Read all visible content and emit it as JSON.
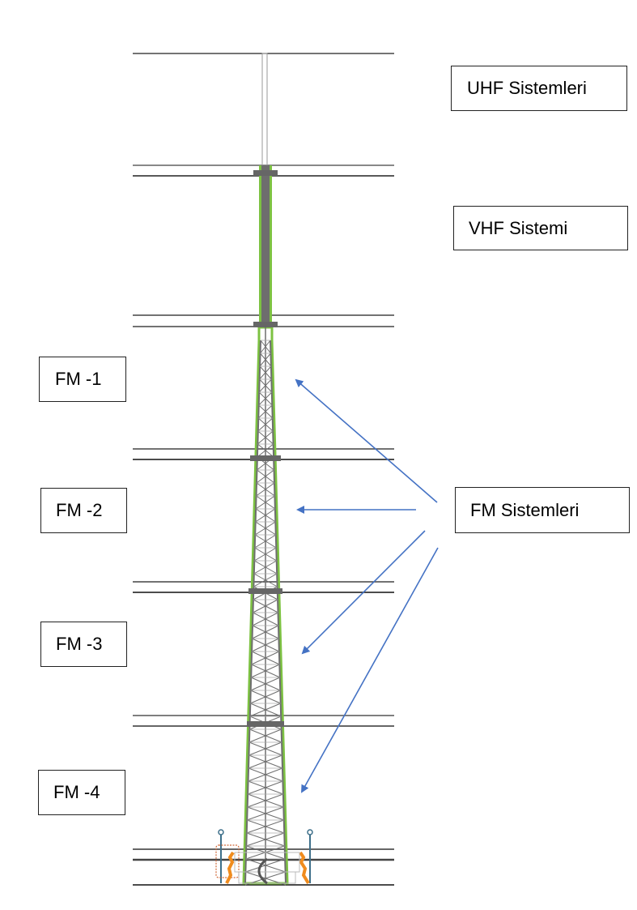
{
  "labels": {
    "uhf": "UHF Sistemleri",
    "vhf": "VHF Sistemi",
    "fm1": "FM -1",
    "fm2": "FM -2",
    "fm3": "FM -3",
    "fm4": "FM -4",
    "fm_systems": "FM Sistemleri"
  },
  "colors": {
    "arrow": "#4472C4",
    "tower_outline": "#7DC242",
    "tower_steel": "#6E6E6E",
    "base_accent": "#F08C1E"
  }
}
